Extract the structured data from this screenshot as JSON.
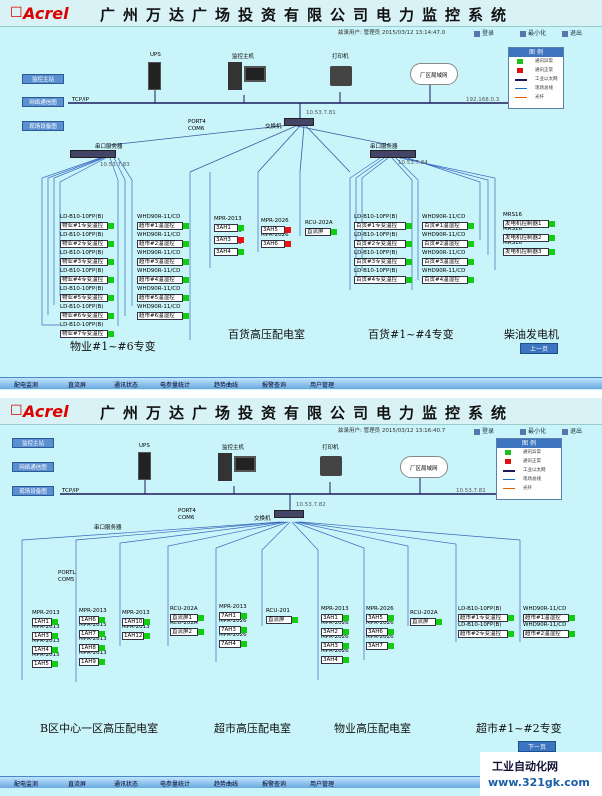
{
  "header": {
    "logo_mark": "☐",
    "brand": "Acrel",
    "title": "广州万达广场投资有限公司电力监控系统",
    "user": "兹录用户: 管理员  2015/03/12",
    "time1": "13:14:47.0",
    "time2": "13:16:40.7",
    "btn_login": "登录",
    "btn_min": "最小化",
    "btn_exit": "退出"
  },
  "sidebar": [
    "监控主站",
    "网络通信图",
    "现场设备图"
  ],
  "legend": {
    "title": "图 例",
    "items": [
      "通讯异常",
      "通讯正常",
      "工业以太网",
      "现场总线",
      "光纤"
    ],
    "colors": [
      "#1cbf1c",
      "#e01010",
      "#1a1a5a",
      "#1a70c0",
      "#e06000"
    ]
  },
  "devices": {
    "ups": "UPS",
    "host": "监控主机",
    "printer": "打印机",
    "lan": "厂区局域网",
    "tcpip": "TCP/IP",
    "switch": "交换机",
    "serial": "串口服务器",
    "port4": "PORT4",
    "com6": "COM6",
    "portl": "PORTL",
    "com5": "COM5"
  },
  "ips": {
    "top_right": "192.168.0.3",
    "switch": "10.53.7.81",
    "serial_left": "10.53.7.83",
    "serial_right": "10.53.7.84",
    "p2_right": "10.53.7.81",
    "p2_switch": "10.53.7.82"
  },
  "p1": {
    "col1_labels": [
      "LD-B10-10FP(B)",
      "LD-B10-10FP(B)",
      "LD-B10-10FP(B)",
      "LD-B10-10FP(B)",
      "LD-B10-10FP(B)",
      "LD-B10-10FP(B)",
      "LD-B10-10FP(B)"
    ],
    "col1_boxes": [
      "物业#1专变温控",
      "物业#2专变温控",
      "物业#3专变温控",
      "物业#4专变温控",
      "物业#5专变温控",
      "物业#6专变温控",
      "物业#7专变温控"
    ],
    "col2_labels": [
      "WHD90R-11/CD",
      "WHD90R-11/CD",
      "WHD90R-11/CD",
      "WHD90R-11/CD",
      "WHD90R-11/CD",
      "WHD90R-11/CD"
    ],
    "col2_boxes": [
      "超市#1温湿控",
      "超市#2温湿控",
      "超市#3温湿控",
      "超市#4温湿控",
      "超市#5温湿控",
      "超市#6温湿控"
    ],
    "mpr_labels": [
      "MPR-2013",
      "MPR-2026",
      "MPR-2026"
    ],
    "mpr_boxes": [
      "3AH1",
      "3AH3",
      "3AH4"
    ],
    "mpr2_labels": [
      "MPR-2026",
      "MPR-2026"
    ],
    "mpr2_boxes": [
      "3AH5",
      "3AH6"
    ],
    "rcu_label": "RCU-202A",
    "rcu_box": "直流屏",
    "col3_labels": [
      "LD-B10-10FP(B)",
      "LD-B10-10FP(B)",
      "LD-B10-10FP(B)",
      "LD-B10-10FP(B)"
    ],
    "col3_boxes": [
      "百货#1专变温控",
      "百货#2专变温控",
      "百货#3专变温控",
      "百货#4专变温控"
    ],
    "col4_labels": [
      "WHD90R-11/CD",
      "WHD90R-11/CD",
      "WHD90R-11/CD",
      "WHD90R-11/CD"
    ],
    "col4_boxes": [
      "百货#1温湿控",
      "百货#2温湿控",
      "百货#3温湿控",
      "百货#4温湿控"
    ],
    "mrs_labels": [
      "MRS16",
      "MRS16",
      "MRS16"
    ],
    "mrs_boxes": [
      "发电机控制器1",
      "发电机控制器2",
      "发电机控制器3"
    ],
    "rooms": [
      "物业#1~#6专变",
      "百货高压配电室",
      "百货#1~#4专变",
      "柴油发电机"
    ],
    "pager": "上一页"
  },
  "p2": {
    "g1_labels": [
      "MPR-2013",
      "MPR-2013",
      "MPR-2013",
      "MPR-2015"
    ],
    "g1_boxes": [
      "1AH1",
      "1AH3",
      "1AH4",
      "1AH5"
    ],
    "g2_labels": [
      "MPR-2013",
      "MPR-2015",
      "MPR-2013",
      "MPR-2013"
    ],
    "g2_boxes": [
      "1AH6",
      "1AH7",
      "1AH8",
      "1AH9"
    ],
    "g3_labels": [
      "MPR-2013",
      "MPR-2013"
    ],
    "g3_boxes": [
      "1AH10",
      "1AH12"
    ],
    "g4_labels": [
      "RCU-202A",
      "RCU-202A"
    ],
    "g4_boxes": [
      "直流屏1",
      "直流屏2"
    ],
    "g5_labels": [
      "MPR-2013",
      "MPR-2026",
      "MPR-2026"
    ],
    "g5_boxes": [
      "7AH1",
      "7AH3",
      "7AH4"
    ],
    "g6_label": "RCU-201",
    "g6_box": "直流屏",
    "g7_labels": [
      "MPR-2013",
      "MPR-2026",
      "MPR-2026",
      "MPR-2026"
    ],
    "g7_boxes": [
      "3AH1",
      "3AH2",
      "3AH3",
      "3AH4"
    ],
    "g8_labels": [
      "MPR-2026",
      "MPR-2026",
      "MPR-2026"
    ],
    "g8_boxes": [
      "3AH5",
      "3AH6",
      "3AH7"
    ],
    "g9_label": "RCU-202A",
    "g9_box": "直流屏",
    "g10_labels": [
      "LD-B10-10FP(B)",
      "LD-B10-10FP(B)"
    ],
    "g10_boxes": [
      "超市#1专变温控",
      "超市#2专变温控"
    ],
    "g11_labels": [
      "WHD90R-11/CD",
      "WHD90R-11/CD"
    ],
    "g11_boxes": [
      "超市#1温湿控",
      "超市#2温湿控"
    ],
    "rooms": [
      "B区中心一区高压配电室",
      "超市高压配电室",
      "物业高压配电室",
      "超市#1~#2专变"
    ],
    "pager": "下一页"
  },
  "nav": [
    "配电监测",
    "直流屏",
    "通讯状态",
    "电参量统计",
    "趋势曲线",
    "报警查询",
    "用户管理"
  ],
  "watermark": {
    "line1": "工业自动化网",
    "line2": "www.321gk.com"
  }
}
